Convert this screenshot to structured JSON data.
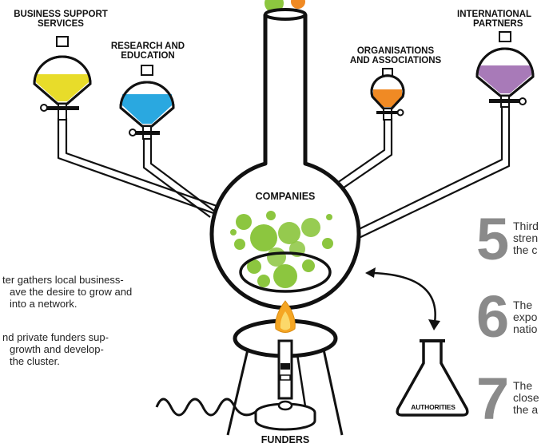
{
  "labels": {
    "business_support": [
      "BUSINESS SUPPORT",
      "SERVICES"
    ],
    "research": [
      "RESEARCH AND",
      "EDUCATION"
    ],
    "organisations": [
      "ORGANISATIONS",
      "AND ASSOCIATIONS"
    ],
    "international": [
      "INTERNATIONAL",
      "PARTNERS"
    ],
    "companies": "COMPANIES",
    "authorities": "AUTHORITIES",
    "funders": "FUNDERS"
  },
  "left_text": {
    "para1": [
      "ter gathers local business-",
      "ave the desire to grow and",
      "into a network."
    ],
    "para2": [
      "nd private funders sup-",
      "growth and develop-",
      "the cluster."
    ]
  },
  "numbered": [
    {
      "number": "5",
      "lines": [
        "Third",
        "stren",
        "the c"
      ]
    },
    {
      "number": "6",
      "lines": [
        "The",
        "expo",
        "natio"
      ]
    },
    {
      "number": "7",
      "lines": [
        "The",
        "close",
        "the a"
      ]
    }
  ],
  "colors": {
    "yellow": "#e8dc2a",
    "blue": "#2aa8e0",
    "orange": "#f08a24",
    "purple": "#a87ab8",
    "green": "#8cc63f",
    "flame": "#f5a623",
    "number_gray": "#8a8a8a"
  }
}
